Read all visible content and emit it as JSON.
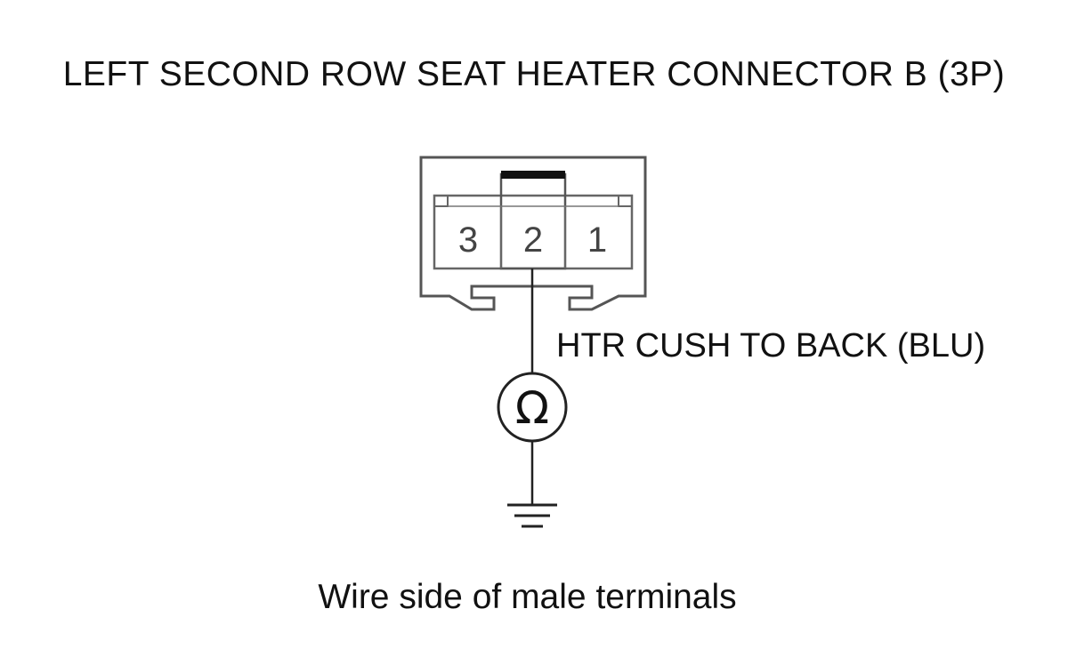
{
  "diagram": {
    "title": "LEFT SECOND ROW SEAT HEATER CONNECTOR B (3P)",
    "terminals": [
      "3",
      "2",
      "1"
    ],
    "wire_label": "HTR CUSH TO BACK (BLU)",
    "meter_symbol": "Ω",
    "caption": "Wire side of male terminals",
    "colors": {
      "outline": "#555555",
      "lock_tab": "#111111",
      "line": "#222222"
    }
  }
}
